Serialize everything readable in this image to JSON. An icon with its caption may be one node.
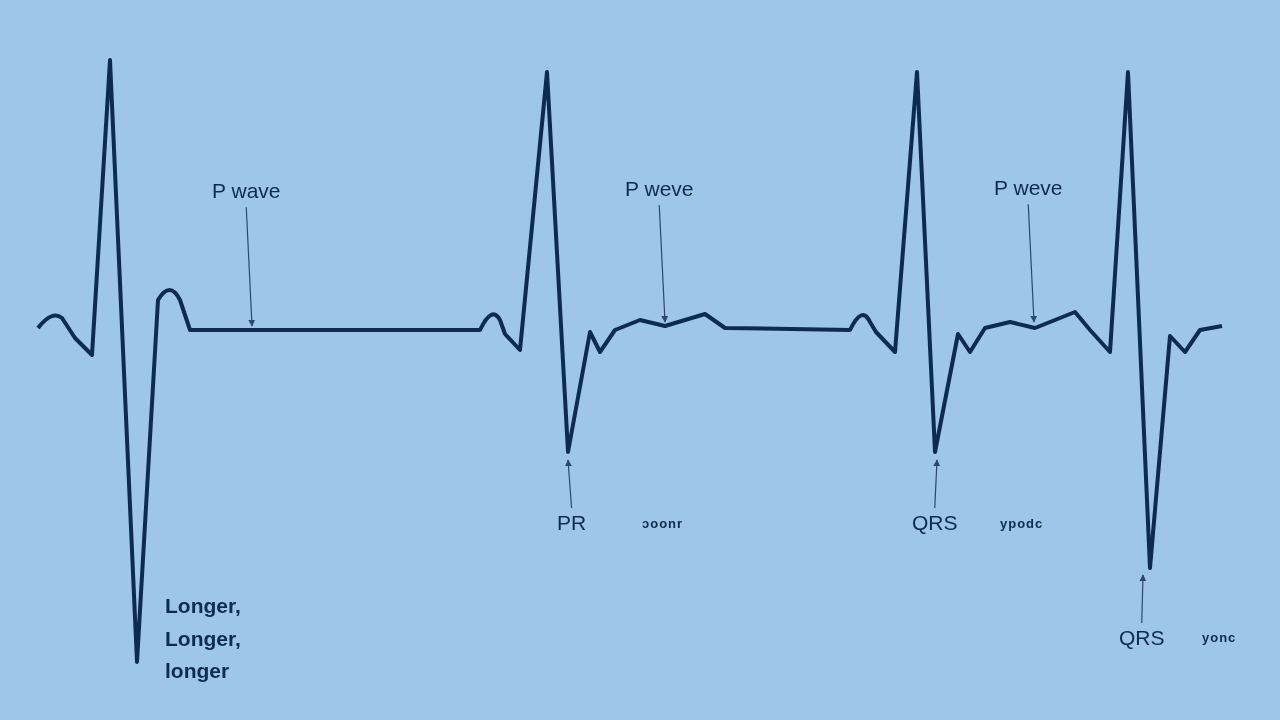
{
  "diagram": {
    "nodes": [
      {
        "text": [
          "P wave"
        ]
      },
      {
        "text": [
          "P weve"
        ]
      },
      {
        "text": [
          "P weve"
        ]
      },
      {
        "text": [
          "PR"
        ]
      },
      {
        "text": [
          "QRS"
        ]
      },
      {
        "text": [
          "QRS"
        ]
      }
    ],
    "edges": [
      {
        "from": 0,
        "to": null,
        "arrow": "to"
      },
      {
        "from": 1,
        "to": null,
        "arrow": "to"
      },
      {
        "from": 2,
        "to": null,
        "arrow": "to"
      },
      {
        "from": 3,
        "to": null,
        "arrow": "to"
      },
      {
        "from": 4,
        "to": null,
        "arrow": "to"
      },
      {
        "from": 5,
        "to": null,
        "arrow": "to"
      }
    ],
    "labels": [
      "ɔoonr",
      "ypodc",
      "yonc",
      "Longer, Longer, longer"
    ]
  }
}
